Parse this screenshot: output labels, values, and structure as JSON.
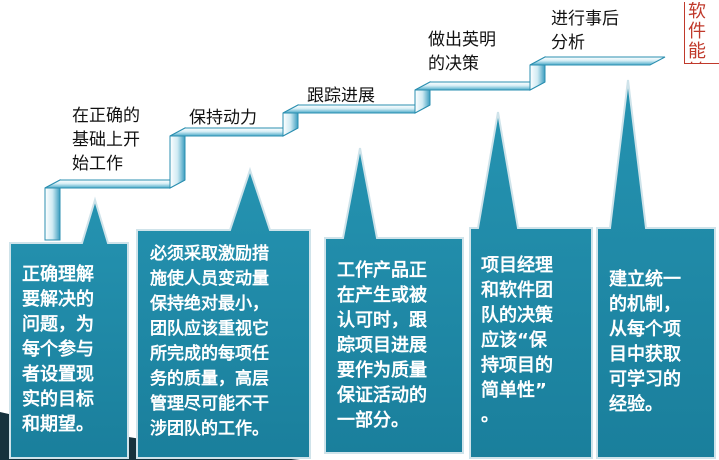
{
  "steps": [
    {
      "label": "在正确的\n基础上开\n始工作",
      "callout": "正确理解\n要解决的\n问题，为\n每个参与\n者设置现\n实的目标\n和期望。"
    },
    {
      "label": "保持动力",
      "callout": "必须采取激励措\n施使人员变动量\n保持绝对最小，\n团队应该重视它\n所完成的每项任\n务的质量，高层\n管理尽可能不干\n涉团队的工作。"
    },
    {
      "label": "跟踪进展",
      "callout": "工作产品正\n在产生或被\n认可时，跟\n踪项目进展\n要作为质量\n保证活动的\n一部分。"
    },
    {
      "label": "做出英明\n的决策",
      "callout": "项目经理\n和软件团\n队的决策\n应该“保\n持项目的\n简单性”\n。"
    },
    {
      "label": "进行事后\n分析",
      "callout": "建立统一\n的机制，\n从每个项\n目中获取\n可学习的\n经验。"
    }
  ],
  "corner_note": "软件\n能够\n的方",
  "colors": {
    "box": "#1f8ba8",
    "box_border": "#cfe3ea",
    "stair_light": "#e9f6fa",
    "stair_mid": "#5bb8d4",
    "note": "#c0392b"
  }
}
